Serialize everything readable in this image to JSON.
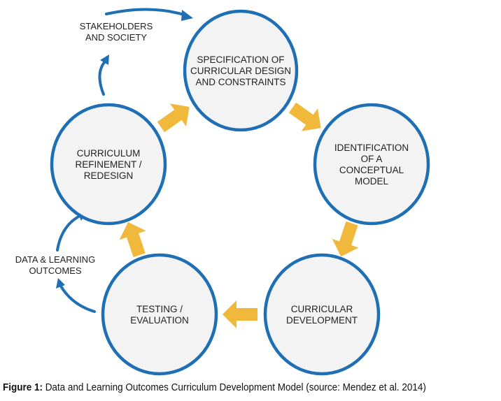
{
  "diagram": {
    "title": "Data and Learning Outcomes Curriculum Development Model",
    "colors": {
      "circle_stroke": "#1f6fb5",
      "circle_fill": "#f3f3f4",
      "flow_arrow": "#f0b93c",
      "loop_arrow": "#1f6fb5",
      "text": "#222222"
    },
    "nodes": [
      {
        "id": "specification",
        "lines": [
          "SPECIFICATION OF",
          "CURRICULAR DESIGN",
          "AND CONSTRAINTS"
        ]
      },
      {
        "id": "identification",
        "lines": [
          "IDENTIFICATION",
          "OF A",
          "CONCEPTUAL",
          "MODEL"
        ]
      },
      {
        "id": "curricular-development",
        "lines": [
          "CURRICULAR",
          "DEVELOPMENT"
        ]
      },
      {
        "id": "testing",
        "lines": [
          "TESTING /",
          "EVALUATION"
        ]
      },
      {
        "id": "refinement",
        "lines": [
          "CURRICULUM",
          "REFINEMENT /",
          "REDESIGN"
        ]
      }
    ],
    "flow": [
      {
        "from": "specification",
        "to": "identification"
      },
      {
        "from": "identification",
        "to": "curricular-development"
      },
      {
        "from": "curricular-development",
        "to": "testing"
      },
      {
        "from": "testing",
        "to": "refinement"
      },
      {
        "from": "refinement",
        "to": "specification"
      }
    ],
    "side_inputs": [
      {
        "id": "stakeholders",
        "lines": [
          "STAKEHOLDERS",
          "AND SOCIETY"
        ],
        "from": "refinement",
        "to": "specification"
      },
      {
        "id": "data-learning-outcomes",
        "lines": [
          "DATA & LEARNING",
          "OUTCOMES"
        ],
        "from": "testing",
        "to": "refinement"
      }
    ]
  },
  "caption": {
    "label": "Figure 1:",
    "text": " Data and Learning Outcomes Curriculum Development Model (source: Mendez et al. 2014)"
  }
}
